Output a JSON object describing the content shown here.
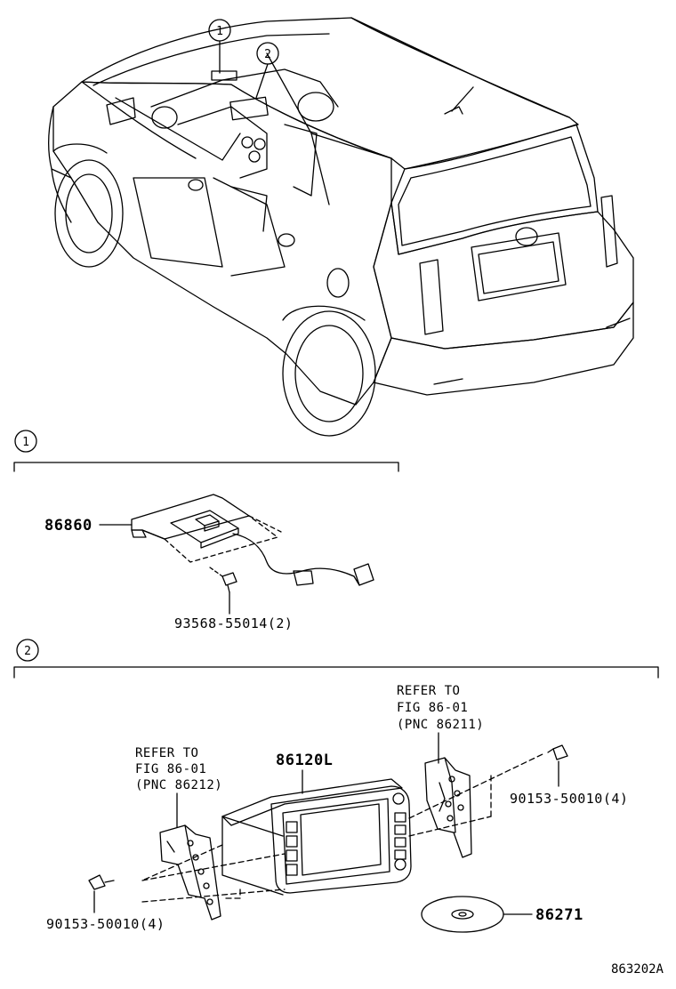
{
  "callouts": {
    "car_1": "1",
    "car_2": "2",
    "section_1": "1",
    "section_2": "2"
  },
  "section1": {
    "part_antenna": "86860",
    "part_screw": "93568-55014(2)"
  },
  "section2": {
    "part_radio": "86120L",
    "part_bolt_right": "90153-50010(4)",
    "part_bolt_left": "90153-50010(4)",
    "part_disc": "86271",
    "ref_right": [
      "REFER TO",
      "FIG 86-01",
      "(PNC 86211)"
    ],
    "ref_left": [
      "REFER TO",
      "FIG 86-01",
      "(PNC 86212)"
    ]
  },
  "figure_code": "863202A"
}
